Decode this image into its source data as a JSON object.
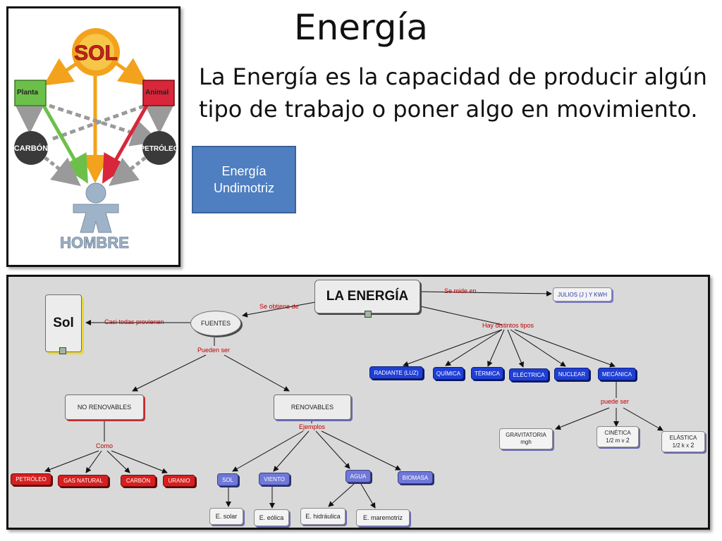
{
  "slide": {
    "title": "Energía",
    "definition": "La Energía es la capacidad de producir algún tipo de trabajo o poner algo en movimiento.",
    "box_label_1": "Energía",
    "box_label_2": "Undimotriz"
  },
  "left_diagram": {
    "sun": "SOL",
    "plant": "Planta",
    "animal": "Animal",
    "coal": "CARBÓN",
    "oil": "PETRÓLEO",
    "man": "HOMBRE",
    "colors": {
      "sun": "#f2a21c",
      "plant": "#6cc04a",
      "animal": "#d9263a",
      "dark": "#3a3a3a",
      "man": "#9fb3c8"
    }
  },
  "concept_map": {
    "main": "LA ENERGÍA",
    "measure_link": "Se mide en",
    "measure": "JULIOS (J ) Y KWH",
    "source_link": "Se obtiene de",
    "sources": "FUENTES",
    "sol": "Sol",
    "sol_link": "Casi todas provienen",
    "types_link": "Hay distintos tipos",
    "types": [
      "RADIANTE (LUZ)",
      "QUÍMICA",
      "TÉRMICA",
      "ELÉCTRICA",
      "NUCLEAR",
      "MECÁNICA"
    ],
    "can_be": "Pueden ser",
    "non_renewable": "NO RENOVABLES",
    "renewable": "RENOVABLES",
    "como": "Como",
    "non_renewable_items": [
      "PETRÓLEO",
      "GAS NATURAL",
      "CARBÓN",
      "URANIO"
    ],
    "examples": "Ejemplos",
    "renewable_items": [
      "SOL",
      "VIENTO",
      "AGUA",
      "BIOMASA"
    ],
    "energy_items": [
      "E. solar",
      "E. eólica",
      "E. hidráulica",
      "E. maremotriz"
    ],
    "mech_link": "puede ser",
    "gravitational": "GRAVITATORIA",
    "gravitational_formula": "mgh",
    "kinetic": "CINÉTICA",
    "kinetic_formula": "1/2 m v",
    "elastic": "ELÁSTICA",
    "elastic_formula": "1/2 k x",
    "exponent": "2"
  }
}
